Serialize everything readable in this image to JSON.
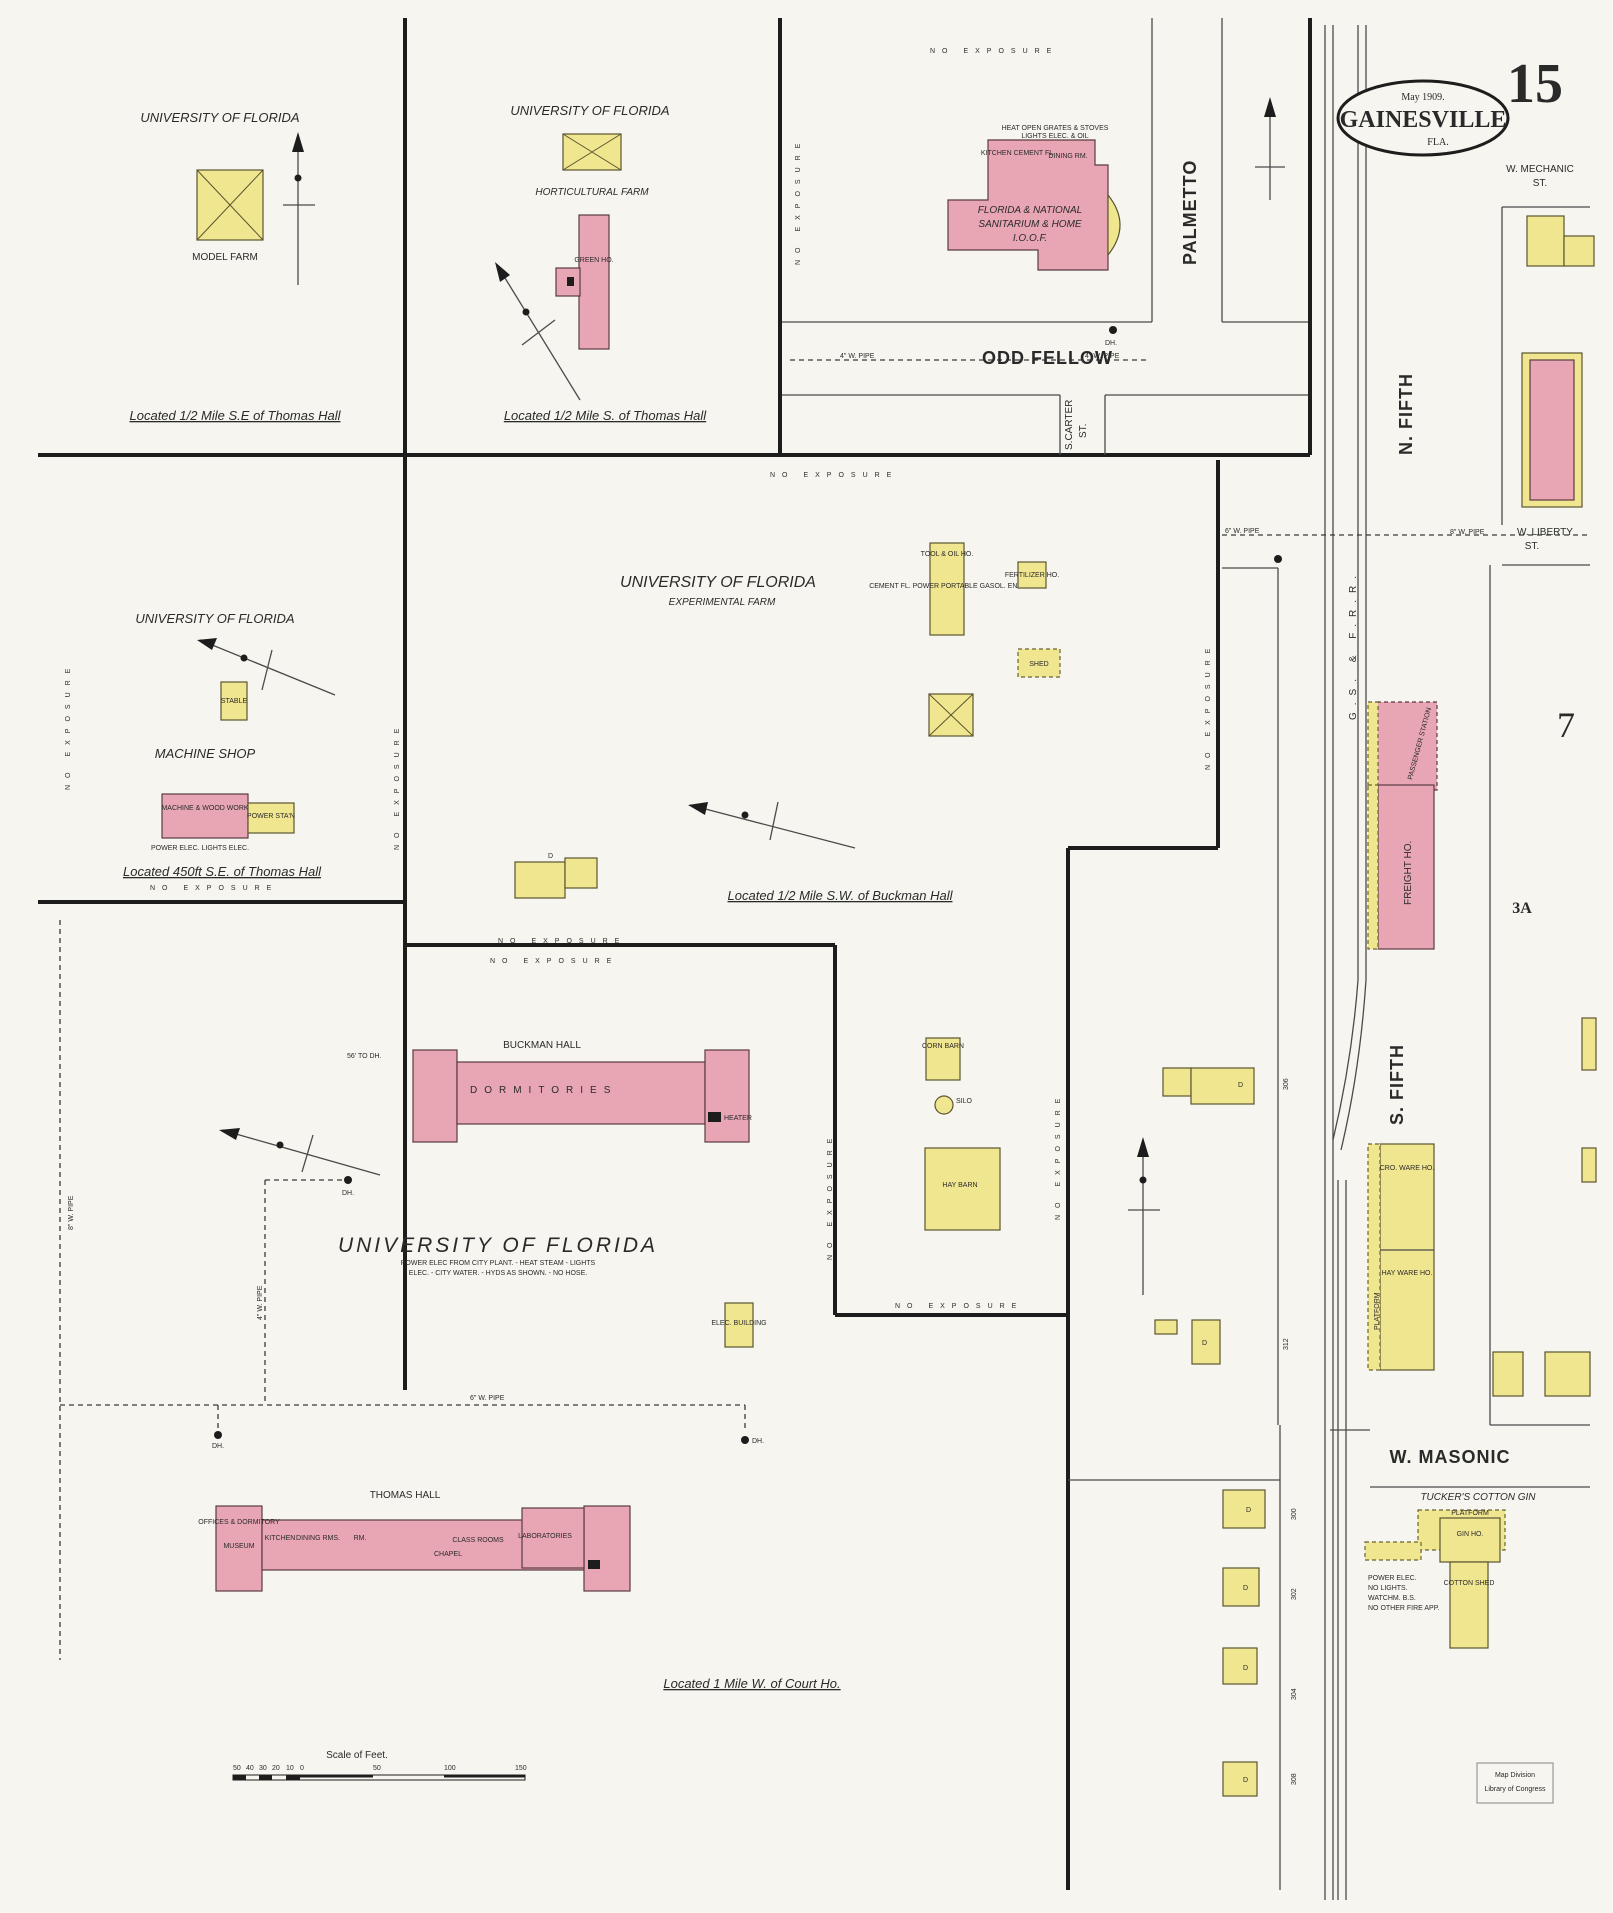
{
  "sheet": {
    "number": "15",
    "section": "7",
    "block_3a": "3A"
  },
  "title_cartouche": {
    "date": "May 1909.",
    "city": "GAINESVILLE",
    "state": "FLA."
  },
  "streets": {
    "palmetto": "PALMETTO",
    "odd_fellow": "ODD FELLOW",
    "n_fifth": "N. FIFTH",
    "s_fifth": "S. FIFTH",
    "w_masonic": "W. MASONIC",
    "w_mechanic": "W. MECHANIC",
    "w_mechanic_st": "ST.",
    "w_liberty": "W. LIBERTY",
    "w_liberty_st": "ST.",
    "carter": "S.CARTER",
    "carter_st": "ST."
  },
  "railroad": "G.S. & F.R.R.",
  "labels": {
    "uf": "UNIVERSITY OF FLORIDA",
    "model_farm": "MODEL FARM",
    "loc_model": "Located 1/2 Mile S.E of Thomas Hall",
    "hort_farm": "HORTICULTURAL FARM",
    "green_ho": "GREEN HO.",
    "loc_hort": "Located 1/2 Mile S. of Thomas Hall",
    "sanitarium_1": "FLORIDA & NATIONAL",
    "sanitarium_2": "SANITARIUM & HOME",
    "sanitarium_3": "I.O.O.F.",
    "sanitarium_note_1": "HEAT OPEN GRATES & STOVES",
    "sanitarium_note_2": "LIGHTS ELEC. & OIL",
    "kitchen": "KITCHEN CEMENT FL.",
    "dining": "DINING RM.",
    "exp_farm": "EXPERIMENTAL FARM",
    "tool_oil": "TOOL & OIL HO.",
    "tool_note": "CEMENT FL. POWER PORTABLE GASOL. ENG.",
    "fertilizer": "FERTILIZER HO.",
    "shed": "SHED",
    "loc_exp": "Located 1/2 Mile S.W. of Buckman Hall",
    "machine_shop": "MACHINE SHOP",
    "machine_wood": "MACHINE & WOOD WORK",
    "power_sta": "POWER STA'N",
    "power_note": "POWER ELEC. LIGHTS ELEC.",
    "loc_machine": "Located 450ft S.E. of Thomas Hall",
    "stable": "STABLE",
    "buckman": "BUCKMAN HALL",
    "dormitories": "DORMITORIES",
    "heater": "HEATER",
    "corn_barn": "CORN BARN",
    "silo": "SILO",
    "hay_barn": "HAY BARN",
    "uf_main": "UNIVERSITY OF FLORIDA",
    "uf_note_1": "POWER ELEC FROM CITY PLANT. - HEAT STEAM - LIGHTS",
    "uf_note_2": "ELEC. - CITY WATER. - HYDS AS SHOWN. - NO HOSE.",
    "elec_bldg": "ELEC. BUILDING",
    "thomas": "THOMAS HALL",
    "offices": "OFFICES & DORMITORY",
    "museum": "MUSEUM",
    "kitchen_th": "KITCHEN",
    "dining_th": "DINING RMS.",
    "rm": "RM.",
    "chapel": "CHAPEL",
    "class_rooms": "CLASS ROOMS",
    "laboratories": "LABORATORIES",
    "loc_court": "Located 1 Mile W. of Court Ho.",
    "passenger": "PASSENGER STATION",
    "freight": "FREIGHT HO.",
    "cro_ware": "CRO. WARE HO.",
    "hay_ware": "HAY WARE HO.",
    "platform": "PLATFORM",
    "cotton_gin": "TUCKER'S COTTON GIN",
    "gin_ho": "GIN HO.",
    "cotton_shed": "COTTON SHED",
    "gin_platform": "PLATFORM",
    "gin_note_1": "POWER ELEC.",
    "gin_note_2": "NO LIGHTS.",
    "gin_note_3": "WATCHM. B.S.",
    "gin_note_4": "NO OTHER FIRE APP.",
    "no_exposure": "NO EXPOSURE",
    "pipe_4": "4\" W. PIPE",
    "pipe_6": "6\" W. PIPE",
    "pipe_8": "8\" W. PIPE",
    "dh": "DH.",
    "dist_56": "56' TO DH.",
    "d": "D",
    "stamp_1": "Map Division",
    "stamp_2": "Library of Congress"
  },
  "scale": {
    "title": "Scale of Feet.",
    "ticks": [
      "50",
      "40",
      "30",
      "20",
      "10",
      "0",
      "50",
      "100",
      "150"
    ]
  },
  "lot_numbers": [
    "306",
    "312",
    "300",
    "302",
    "304",
    "308"
  ],
  "colors": {
    "brick": "#e8a6b5",
    "frame": "#f1e690",
    "paper": "#f6f5ef",
    "ink": "#1d1d1d"
  }
}
